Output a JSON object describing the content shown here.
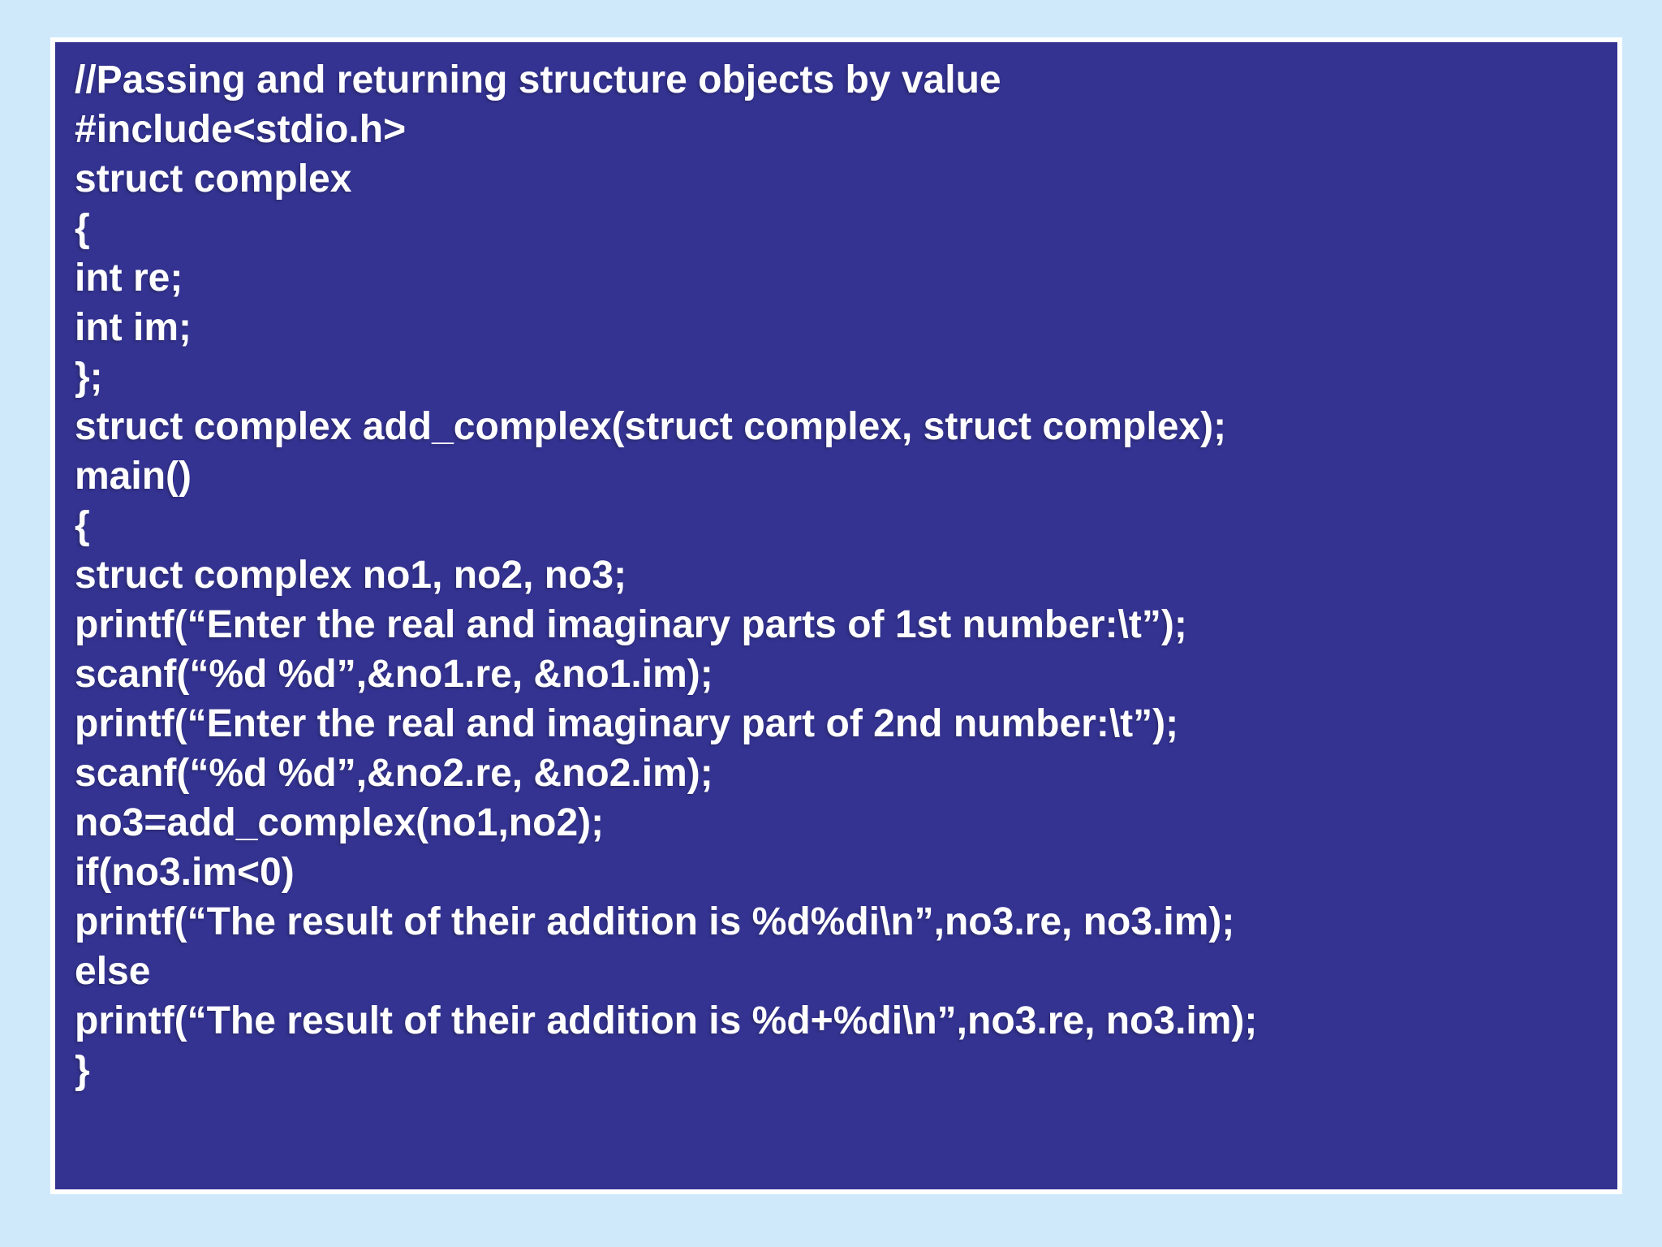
{
  "slide": {
    "code_lines": [
      "//Passing and returning structure objects by value",
      "#include<stdio.h>",
      "struct complex",
      "{",
      "int re;",
      "int im;",
      "};",
      "struct complex add_complex(struct complex, struct complex);",
      "main()",
      "{",
      "struct complex no1, no2, no3;",
      "printf(“Enter the real and imaginary parts of 1st number:\\t”);",
      "scanf(“%d %d”,&no1.re, &no1.im);",
      "printf(“Enter the real and imaginary part of 2nd number:\\t”);",
      "scanf(“%d %d”,&no2.re, &no2.im);",
      "no3=add_complex(no1,no2);",
      "if(no3.im<0)",
      "printf(“The result of their addition is %d%di\\n”,no3.re, no3.im);",
      "else",
      "printf(“The result of their addition is %d+%di\\n”,no3.re, no3.im);",
      "}"
    ]
  },
  "colors": {
    "page_background": "#cfe9fb",
    "panel_background": "#343392",
    "panel_border": "#ffffff",
    "text": "#ffffff"
  }
}
